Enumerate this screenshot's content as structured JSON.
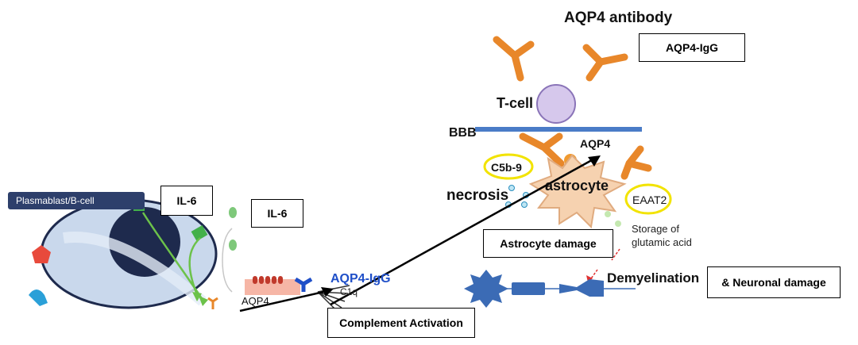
{
  "labels": {
    "aqp4_antibody": "AQP4 antibody",
    "t_cell": "T-cell",
    "bbb": "BBB",
    "aqp4": "AQP4",
    "c5b9": "C5b-9",
    "necrosis": "necrosis",
    "astrocyte": "astrocyte",
    "eaat2": "EAAT2",
    "storage_line1": "Storage of",
    "storage_line2": "glutamic acid",
    "demyelination": "Demyelination",
    "plasmablast": "Plasmablast/B-cell",
    "aqp4_igg_blue": "AQP4-IgG",
    "c1q": "C1q",
    "aqp4_small": "AQP4"
  },
  "boxes": {
    "aqp4_igg": "AQP4-IgG",
    "il6_a": "IL-6",
    "il6_b": "IL-6",
    "astrocyte_damage": "Astrocyte damage",
    "neuronal_damage": "& Neuronal damage",
    "complement_activation": "Complement Activation"
  },
  "colors": {
    "antibody": "#e8872a",
    "tcell": "#d6c8ec",
    "bbb": "#4a7cc7",
    "cell_body": "#c9d8ec",
    "nucleus": "#1e2a4d",
    "astrocyte": "#f6d2b0",
    "neuron": "#3b6bb5",
    "igg_blue": "#1f4fc8",
    "yellow_ring": "#f2e300",
    "pill": "#2d3f6b"
  }
}
